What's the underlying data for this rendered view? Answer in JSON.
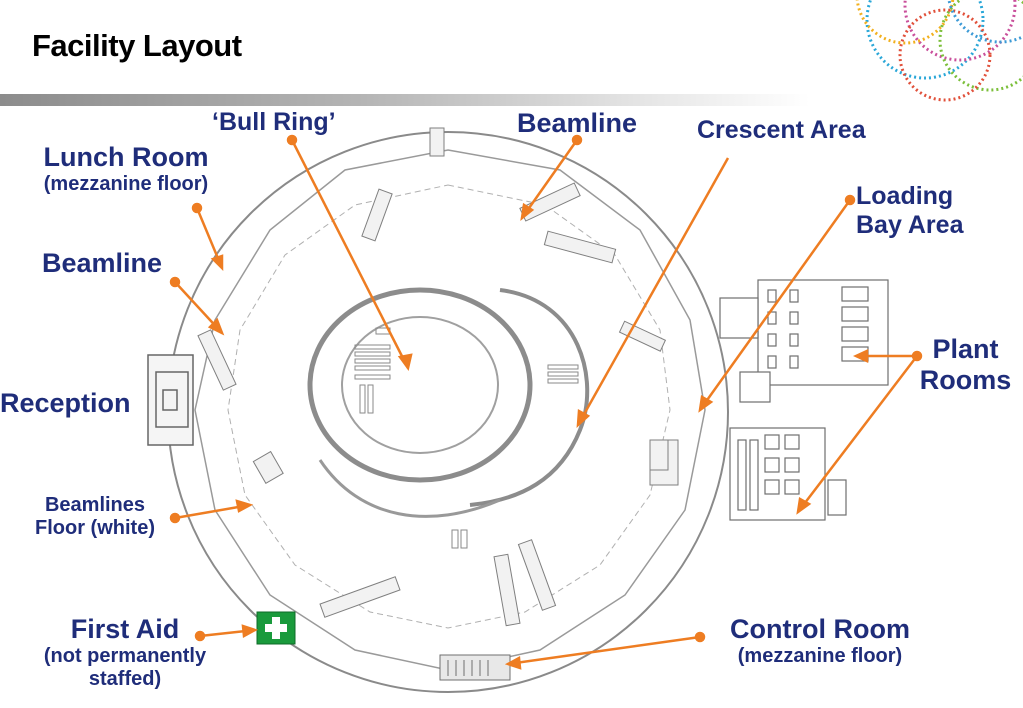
{
  "title": "Facility Layout",
  "labels": {
    "bull_ring": "‘Bull Ring’",
    "beamline_top": "Beamline",
    "crescent_area": "Crescent Area",
    "lunch_room": "Lunch Room",
    "lunch_room_note": "(mezzanine floor)",
    "loading_bay": "Loading",
    "loading_bay_2": "Bay Area",
    "beamline_left": "Beamline",
    "plant_rooms": "Plant",
    "plant_rooms_2": "Rooms",
    "reception": "Reception",
    "beamlines_floor": "Beamlines",
    "beamlines_floor_2": "Floor (white)",
    "first_aid": "First Aid",
    "first_aid_note": "(not permanently",
    "first_aid_note_2": "staffed)",
    "control_room": "Control Room",
    "control_room_note": "(mezzanine floor)"
  },
  "colors": {
    "label": "#1f2d7a",
    "arrow": "#ee7d22",
    "first_aid_bg": "#1a9a3c",
    "plan_line": "#7f7f7f"
  },
  "icons": {
    "first_aid": "first-aid-cross-icon",
    "logo": "dotted-circle-logo-icon"
  }
}
